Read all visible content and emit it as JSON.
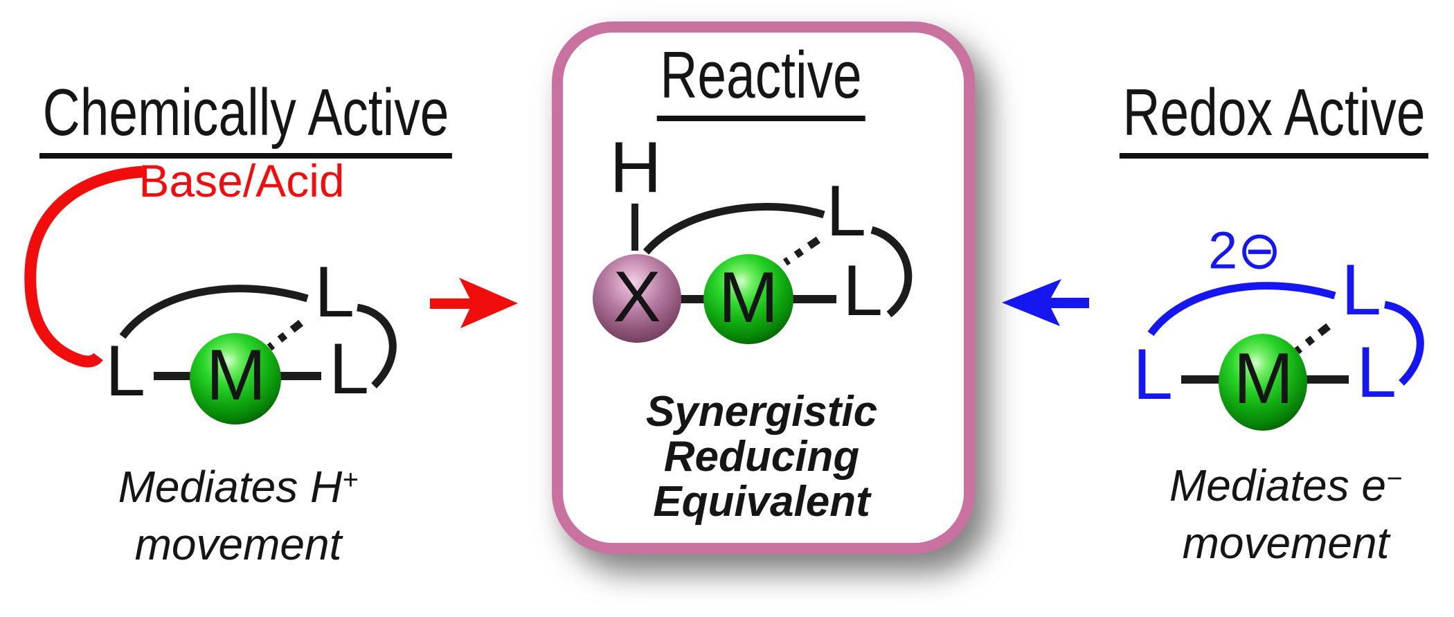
{
  "left_panel": {
    "title": "Chemically Active",
    "annotation": "Base/Acid",
    "caption_line1": "Mediates H",
    "caption_line1_sup": "+",
    "caption_line2": "movement"
  },
  "center_panel": {
    "title": "Reactive",
    "caption_line1": "Synergistic",
    "caption_line2": "Reducing",
    "caption_line3": "Equivalent"
  },
  "right_panel": {
    "title": "Redox Active",
    "charge_annotation": "2⊖",
    "caption_line1": "Mediates e",
    "caption_line1_sup": "−",
    "caption_line2": "movement"
  },
  "labels": {
    "ligand": "L",
    "metal": "M",
    "x_group": "X",
    "hydrogen": "H"
  },
  "colors": {
    "red": "#f20d0d",
    "blue": "#1616f0",
    "black": "#1c1c1c",
    "box_border_pink": "#c9719f",
    "metal_green": "#1fc71f",
    "x_purple": "#a05f87"
  }
}
